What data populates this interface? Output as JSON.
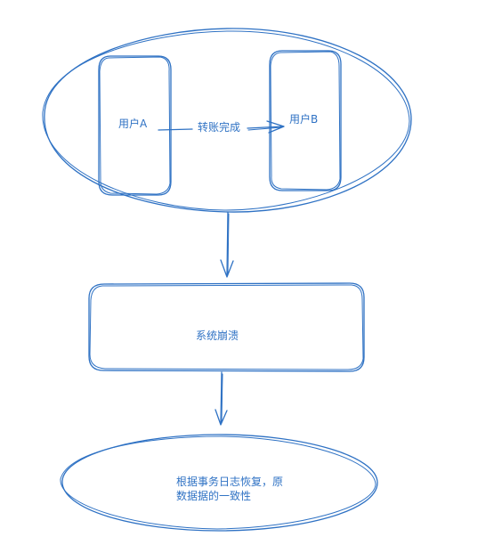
{
  "diagram": {
    "top_group": {
      "user_a": "用户A",
      "user_b": "用户B",
      "transfer_label": "转账完成"
    },
    "crash_box": {
      "label": "系统崩溃"
    },
    "recovery": {
      "line1": "根据事务日志恢复，原",
      "line2": "数据据的一致性"
    },
    "colors": {
      "stroke": "#2f72c4",
      "background": "#ffffff"
    }
  }
}
